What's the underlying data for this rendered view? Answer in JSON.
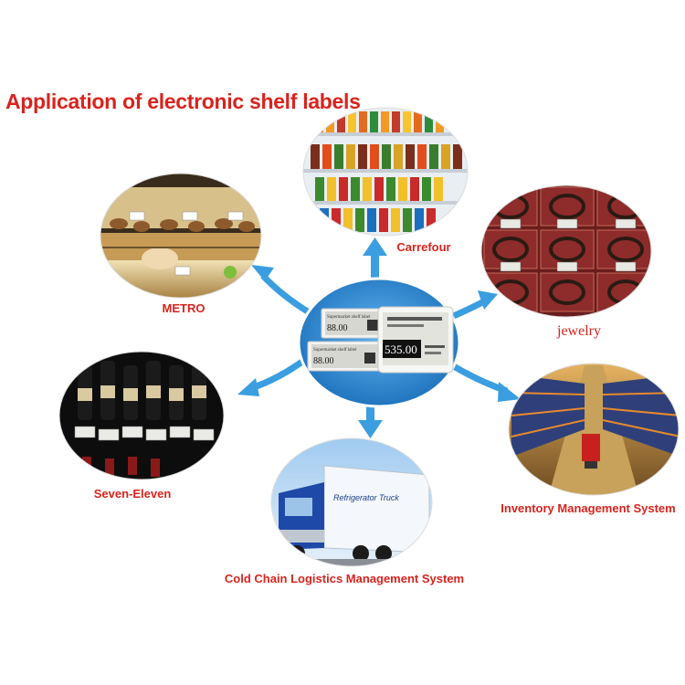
{
  "title": "Application of electronic shelf labels",
  "center": {
    "tags": [
      {
        "header": "Supermarket shelf label",
        "price": "88.00"
      },
      {
        "header": "Supermarket shelf label",
        "price": "88.00"
      },
      {
        "header": "",
        "price": "535.00"
      }
    ]
  },
  "applications": [
    {
      "id": "metro",
      "caption": "METRO",
      "scene": "bakery-display-case"
    },
    {
      "id": "carrefour",
      "caption": "Carrefour",
      "scene": "beverage-shelves"
    },
    {
      "id": "jewelry",
      "caption": "jewelry",
      "scene": "jewelry-display"
    },
    {
      "id": "seven-eleven",
      "caption": "Seven-Eleven",
      "scene": "wine-bottles"
    },
    {
      "id": "inventory",
      "caption": "Inventory Management System",
      "scene": "warehouse-aisle"
    },
    {
      "id": "cold-chain",
      "caption": "Cold Chain Logistics Management System",
      "scene": "refrigerator-truck"
    }
  ],
  "truck": {
    "side_text": "Refrigerator Truck"
  },
  "colors": {
    "title": "#d9231d",
    "caption": "#d9231d",
    "hub": "#1e7fc9",
    "arrow": "#3a9ee0"
  }
}
